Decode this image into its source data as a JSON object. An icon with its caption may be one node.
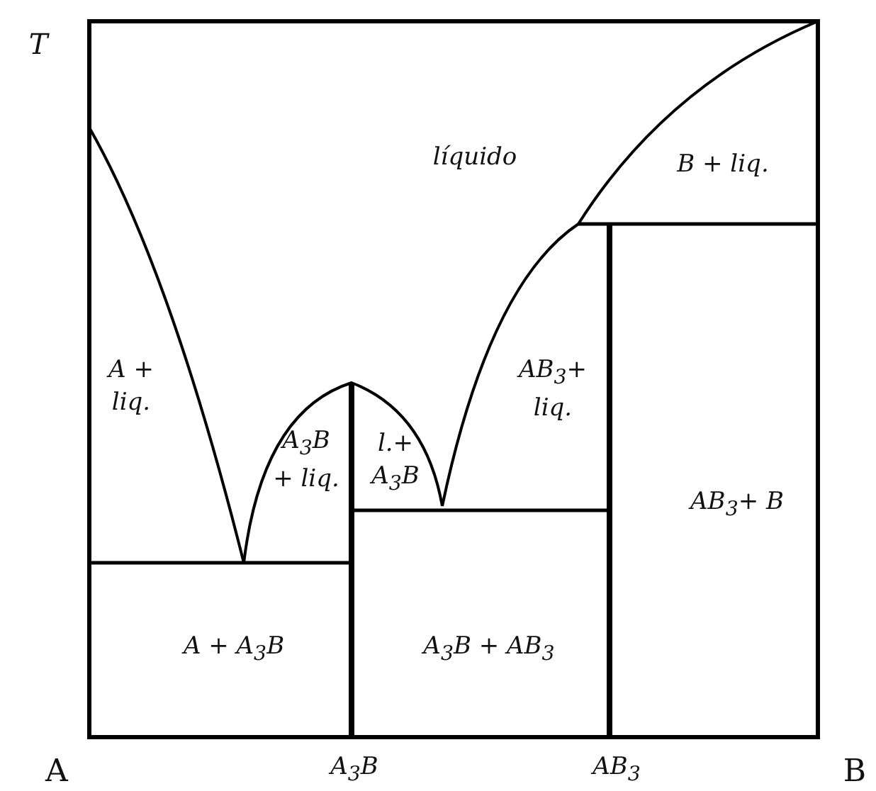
{
  "diagram": {
    "labels": [
      "T",
      "líquido",
      "B + liq.",
      "A + liq.",
      "A$_{3}$B + liq.",
      "l.+ A$_{3}$B",
      "AB$_{3}$+ liq.",
      "AB$_{3}$+ B",
      "A + A$_{3}$B",
      "A$_{3}$B + AB$_{3}$",
      "A",
      "A$_{3}$B",
      "AB$_{3}$",
      "B"
    ]
  }
}
